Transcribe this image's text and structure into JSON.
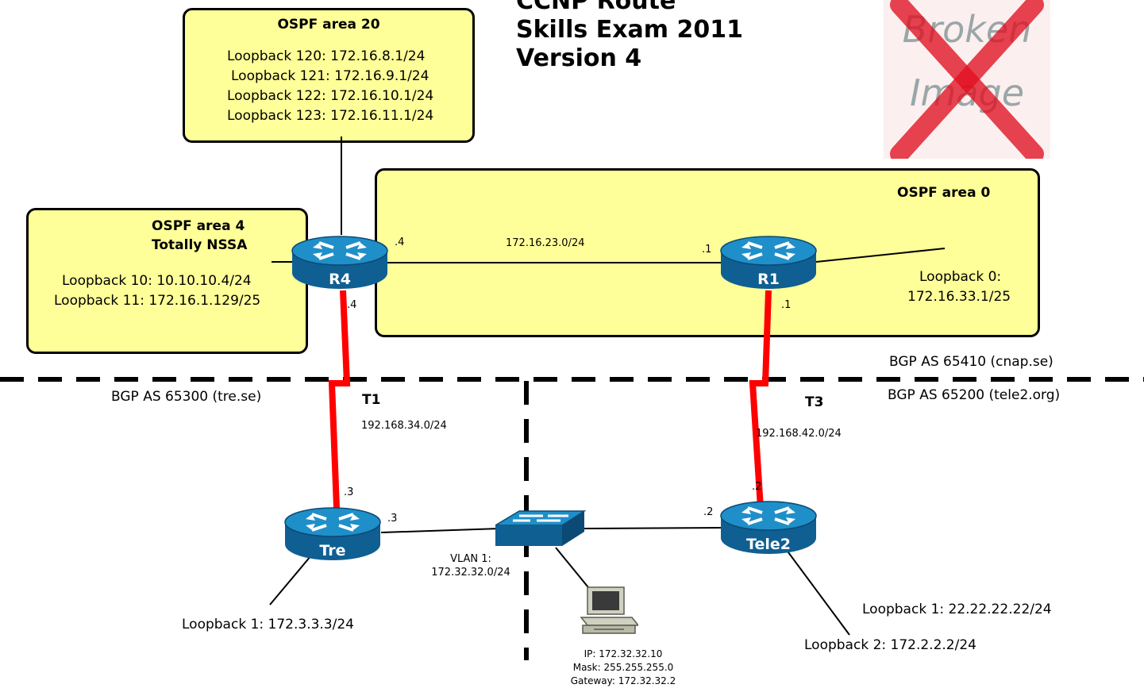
{
  "title": {
    "line1": "CCNP Route",
    "line2": "Skills Exam 2011",
    "line3": "Version 4"
  },
  "broken_image": {
    "line1": "Broken",
    "line2": "Image"
  },
  "areas": {
    "area20": {
      "title": "OSPF area 20",
      "loopbacks": [
        "Loopback 120: 172.16.8.1/24",
        "Loopback 121: 172.16.9.1/24",
        "Loopback 122: 172.16.10.1/24",
        "Loopback 123: 172.16.11.1/24"
      ]
    },
    "area4": {
      "title1": "OSPF area 4",
      "title2": "Totally NSSA",
      "loopbacks": [
        "Loopback 10: 10.10.10.4/24",
        "Loopback 11: 172.16.1.129/25"
      ]
    },
    "area0": {
      "title": "OSPF area 0",
      "loopback_line1": "Loopback 0:",
      "loopback_line2": "172.16.33.1/25"
    }
  },
  "routers": {
    "r4": "R4",
    "r1": "R1",
    "tre": "Tre",
    "tele2": "Tele2"
  },
  "links": {
    "r4_r1_network": "172.16.23.0/24",
    "r4_end": ".4",
    "r1_end": ".1",
    "r4_serial": ".4",
    "r1_serial": ".1",
    "t1": "T1",
    "t1_network": "192.168.34.0/24",
    "t3": "T3",
    "t3_network": "192.168.42.0/24",
    "tre_serial": ".3",
    "tre_lan": ".3",
    "tele2_serial": ".2",
    "tele2_lan": ".2"
  },
  "bgp": {
    "cnap": "BGP AS 65410  (cnap.se)",
    "tre": "BGP AS 65300 (tre.se)",
    "tele2": "BGP AS 65200 (tele2.org)"
  },
  "vlan": {
    "line1": "VLAN 1:",
    "line2": "172.32.32.0/24"
  },
  "pc": {
    "ip": "IP: 172.32.32.10",
    "mask": "Mask: 255.255.255.0",
    "gateway": "Gateway: 172.32.32.2"
  },
  "loopbacks": {
    "tre": "Loopback 1: 172.3.3.3/24",
    "tele2_1": "Loopback 1: 22.22.22.22/24",
    "tele2_2": "Loopback 2: 172.2.2.2/24"
  },
  "colors": {
    "area_fill": "#ffff99",
    "serial": "#ff0000",
    "router_blue": "#1f8fc9",
    "router_dark": "#0f5f93"
  }
}
